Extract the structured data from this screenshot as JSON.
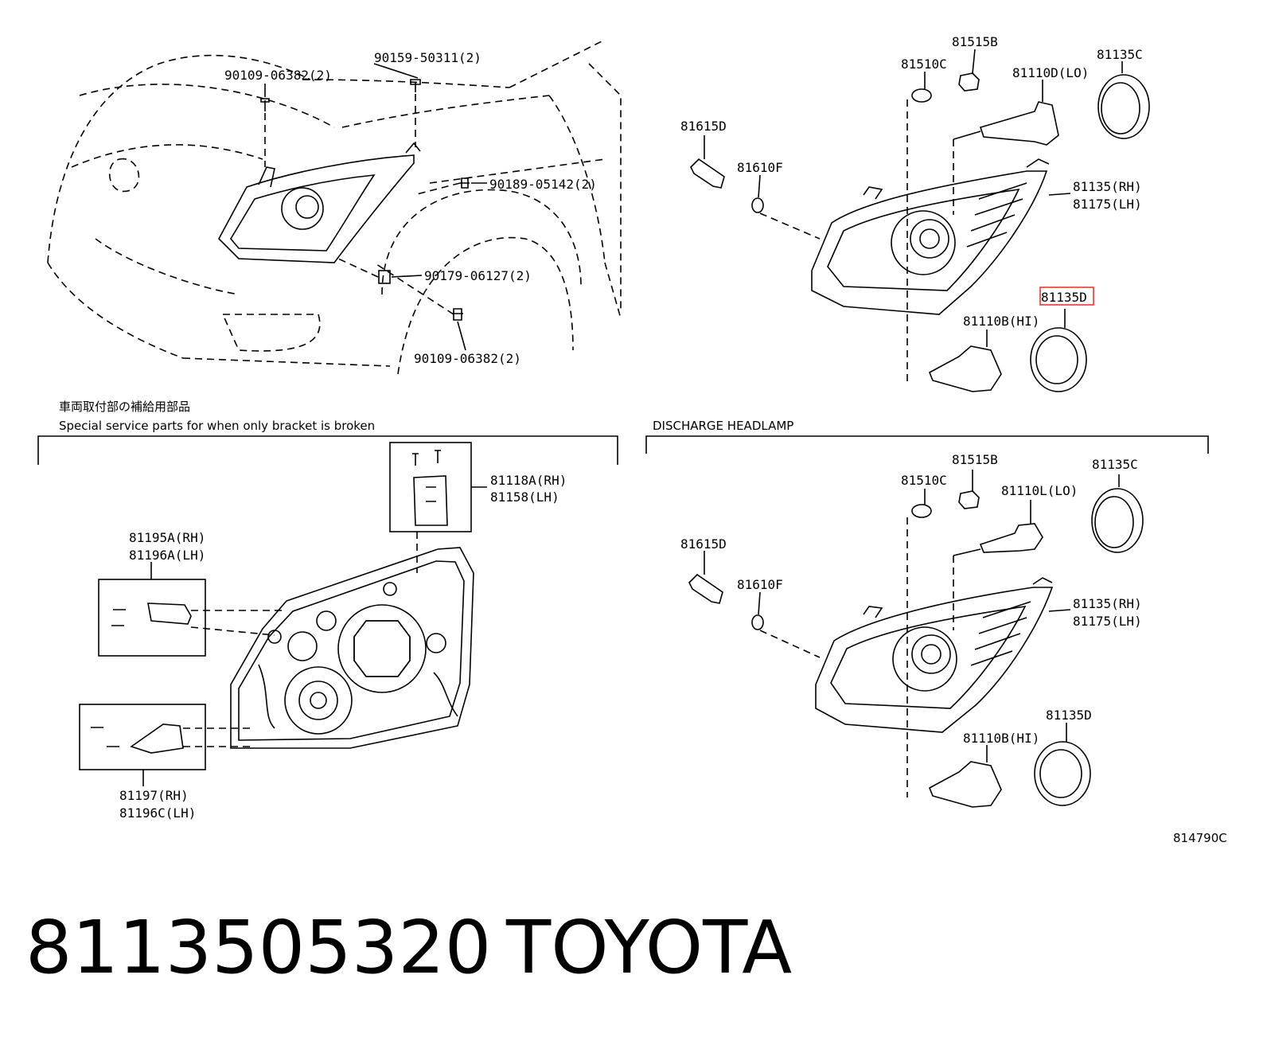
{
  "labels": {
    "top_left": {
      "bolt_left": "90109-06382(2)",
      "bolt_top": "90159-50311(2)",
      "clip_right": "90189-05142(2)",
      "nut": "90179-06127(2)",
      "bolt_bottom": "90109-06382(2)"
    },
    "top_right": {
      "socket": "81515B",
      "bulb_small": "81510C",
      "bulb_lo": "81110D(LO)",
      "cover_c": "81135C",
      "socket_d": "81615D",
      "bulb_f": "81610F",
      "lamp_rh": "81135(RH)",
      "lamp_lh": "81175(LH)",
      "cover_d_highlight": "81135D",
      "bulb_hi": "81110B(HI)"
    },
    "bracket_section": {
      "title_jp": "車両取付部の補給用部品",
      "title_en": "Special service parts for when only bracket is broken",
      "bracket_top_rh": "81118A(RH)",
      "bracket_top_lh": "81158(LH)",
      "bracket_left_rh": "81195A(RH)",
      "bracket_left_lh": "81196A(LH)",
      "bracket_bottom_rh": "81197(RH)",
      "bracket_bottom_lh": "81196C(LH)"
    },
    "discharge_section": {
      "title": "DISCHARGE HEADLAMP",
      "socket": "81515B",
      "bulb_small": "81510C",
      "bulb_lo": "81110L(LO)",
      "cover_c": "81135C",
      "socket_d": "81615D",
      "bulb_f": "81610F",
      "lamp_rh": "81135(RH)",
      "lamp_lh": "81175(LH)",
      "cover_d": "81135D",
      "bulb_hi": "81110B(HI)"
    },
    "diagram_code": "814790C"
  },
  "caption": {
    "part_number": "8113505320",
    "brand": "TOYOTA"
  },
  "colors": {
    "line": "#000000",
    "highlight": "#e53935",
    "background": "#ffffff"
  }
}
